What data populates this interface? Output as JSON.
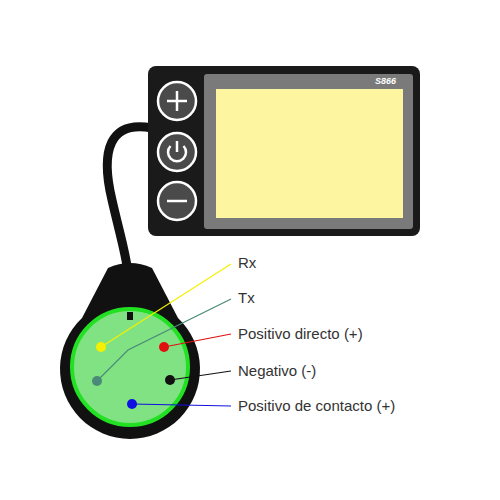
{
  "diagram": {
    "nodes": [
      {
        "text": [
          "S866"
        ]
      }
    ],
    "labels": [
      "Rx",
      "Tx",
      "Positivo directo (+)",
      "Negativo (-)",
      "Positivo de contacto (+)"
    ]
  }
}
